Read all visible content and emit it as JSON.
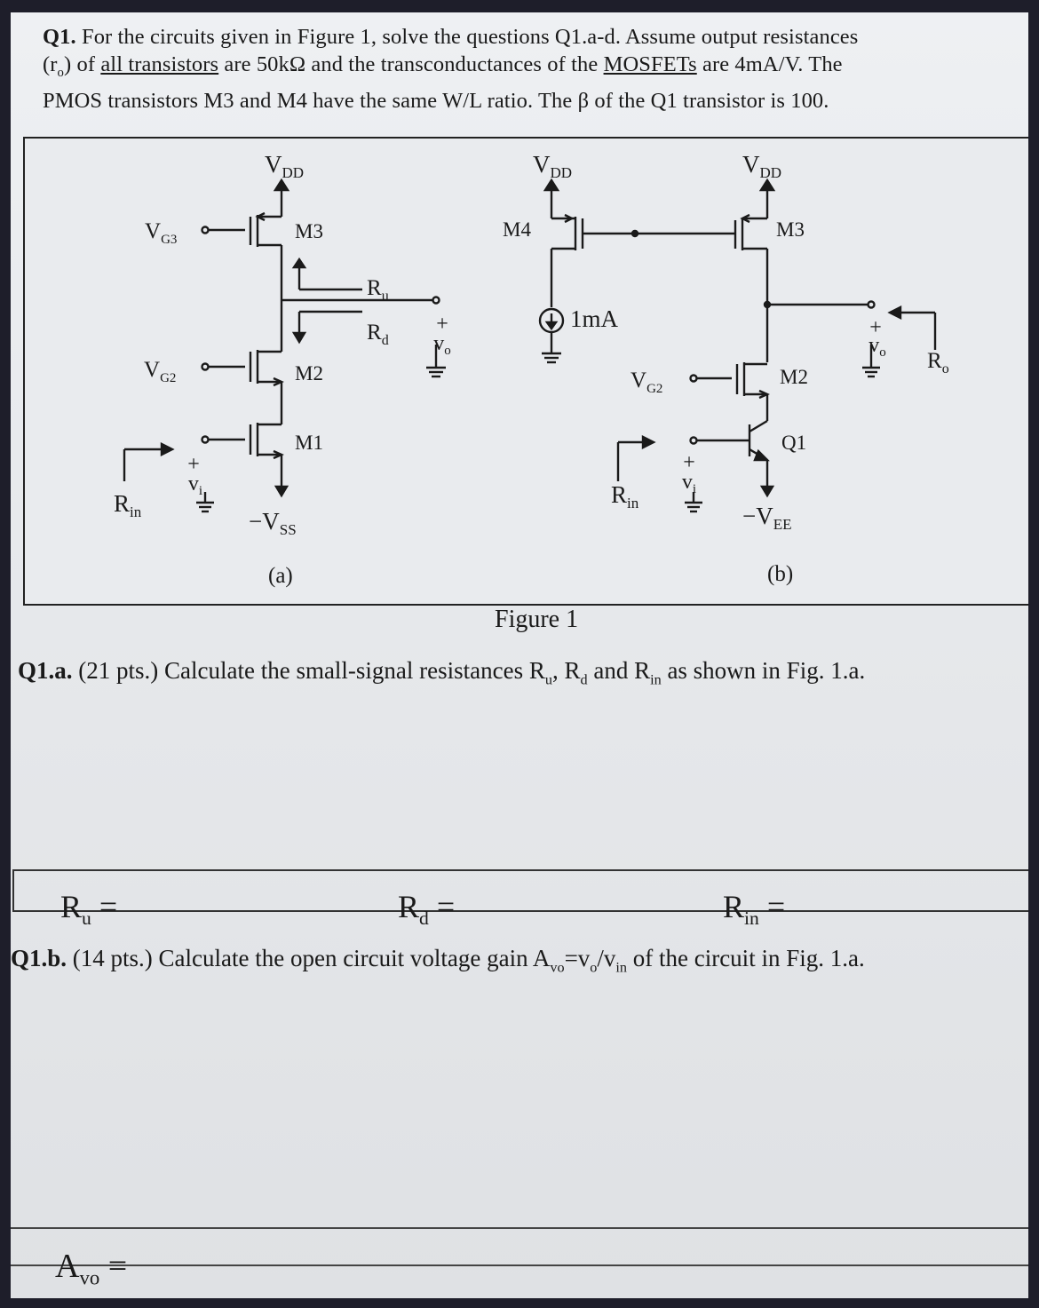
{
  "question": {
    "number": "Q1.",
    "line1_a": "For the circuits given in Figure 1, solve the questions Q1.a-d. Assume output resistances",
    "line2_a": "(r",
    "line2_sub": "o",
    "line2_b": ") of ",
    "line2_u1": "all transistors",
    "line2_c": " are 50kΩ and the transconductances of the ",
    "line2_u2": "MOSFETs",
    "line2_d": " are 4mA/V. The",
    "line3": "PMOS transistors M3 and M4 have the same W/L ratio. The β of the Q1 transistor is 100."
  },
  "figure": {
    "caption": "Figure 1",
    "vdd": "V",
    "vdd_sub": "DD",
    "a": {
      "label": "(a)",
      "vg3": "V",
      "vg3_sub": "G3",
      "vg2": "V",
      "vg2_sub": "G2",
      "m3": "M3",
      "m2": "M2",
      "m1": "M1",
      "ru": "R",
      "ru_sub": "u",
      "rd": "R",
      "rd_sub": "d",
      "vo": "v",
      "vo_sub": "o",
      "vi": "v",
      "vi_sub": "i",
      "rin": "R",
      "rin_sub": "in",
      "vss": "−V",
      "vss_sub": "SS",
      "plus": "+"
    },
    "b": {
      "label": "(b)",
      "m4": "M4",
      "m3": "M3",
      "m2": "M2",
      "q1": "Q1",
      "current": "1mA",
      "vg2": "V",
      "vg2_sub": "G2",
      "vo": "v",
      "vo_sub": "o",
      "vi": "v",
      "vi_sub": "i",
      "rin": "R",
      "rin_sub": "in",
      "ro": "R",
      "ro_sub": "o",
      "vee": "−V",
      "vee_sub": "EE",
      "plus": "+"
    }
  },
  "q1a": {
    "label": "Q1.a.",
    "text": " (21 pts.) Calculate the small-signal resistances R",
    "sub1": "u",
    "t2": ", R",
    "sub2": "d",
    "t3": " and R",
    "sub3": "in",
    "t4": " as shown in Fig. 1.a."
  },
  "answers": {
    "ru": "R",
    "ru_sub": "u",
    "ru_eq": " =",
    "rd": "R",
    "rd_sub": "d",
    "rd_eq": " =",
    "rin": "R",
    "rin_sub": "in",
    "rin_eq": " ="
  },
  "q1b": {
    "label": "Q1.b.",
    "text": " (14 pts.) Calculate the open circuit voltage gain A",
    "sub1": "vo",
    "t2": "=v",
    "sub2": "o",
    "t3": "/v",
    "sub3": "in",
    "t4": " of the circuit in Fig. 1.a."
  },
  "avo": {
    "label": "A",
    "sub": "vo",
    "eq": " ="
  }
}
